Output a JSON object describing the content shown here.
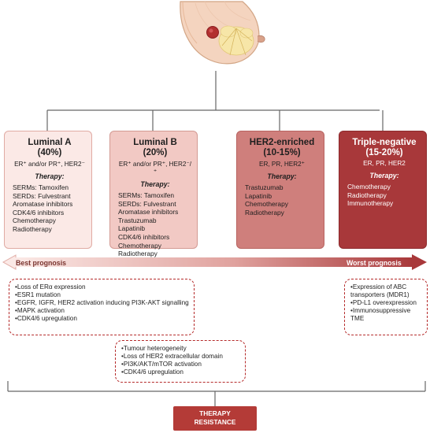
{
  "subtypes": [
    {
      "name": "Luminal A",
      "prevalence": "(40%)",
      "receptors": "ER⁺ and/or PR⁺, HER2⁻",
      "therapy_heading": "Therapy:",
      "therapies": [
        "SERMs: Tamoxifen",
        "SERDs: Fulvestrant",
        "Aromatase inhibitors",
        "CDK4/6 inhibitors",
        "Chemotherapy",
        "Radiotherapy"
      ]
    },
    {
      "name": "Luminal B",
      "prevalence": "(20%)",
      "receptors": "ER⁺ and/or PR⁺, HER2⁻/⁺",
      "therapy_heading": "Therapy:",
      "therapies": [
        "SERMs: Tamoxifen",
        "SERDs: Fulvestrant",
        "Aromatase inhibitors",
        "Trastuzumab",
        "Lapatinib",
        "CDK4/6 inhibitors",
        "Chemotherapy",
        "Radiotherapy"
      ]
    },
    {
      "name": "HER2-enriched",
      "prevalence": "(10-15%)",
      "receptors": "ER, PR, HER2⁺",
      "therapy_heading": "Therapy:",
      "therapies": [
        "Trastuzumab",
        "Lapatinib",
        "Chemotherapy",
        "Radiotherapy"
      ]
    },
    {
      "name": "Triple-negative",
      "prevalence": "(15-20%)",
      "receptors": "ER, PR, HER2",
      "therapy_heading": "Therapy:",
      "therapies": [
        "Chemotherapy",
        "Radiotherapy",
        "Immunotherapy"
      ]
    }
  ],
  "prognosis": {
    "best": "Best prognosis",
    "worst": "Worst prognosis",
    "arrow_start_color": "#fbe9e6",
    "arrow_end_color": "#a8383a"
  },
  "mechanisms": {
    "luminal": [
      "Loss of ERα expression",
      "ESR1 mutation",
      "EGFR, IGFR, HER2 activation inducing PI3K-AKT signalling",
      "MAPK activation",
      "CDK4/6 upregulation"
    ],
    "her2": [
      "Tumour heterogeneity",
      "Loss of HER2 extracellular domain",
      "PI3K/AKT/mTOR activation",
      "CDK4/6 upregulation"
    ],
    "triple_negative": [
      "Expression of ABC transporters (MDR1)",
      "PD-L1 overexpression",
      "Immunosuppressive TME"
    ]
  },
  "result": {
    "line1": "THERAPY",
    "line2": "RESISTANCE",
    "color": "#b43b37"
  }
}
